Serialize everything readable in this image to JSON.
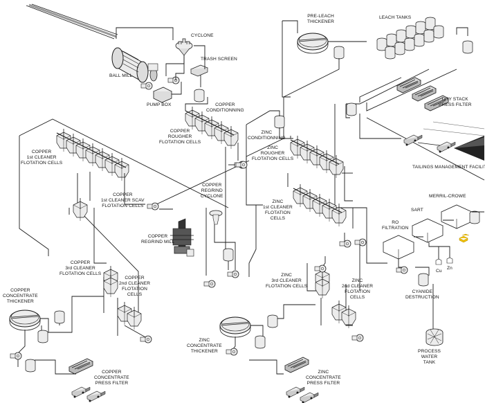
{
  "labels": {
    "ball_mill": "BALL MILL",
    "cyclone": "CYCLONE",
    "trash_screen": "TRASH SCREEN",
    "pump_box": "PUMP BOX",
    "copper_conditioning": "COPPER\nCONDITIONNING",
    "copper_rougher": "COPPER\nROUGHER\nFLOTATION CELLS",
    "copper_1st_cleaner": "COPPER\n1st CLEANER\nFLOTATION CELLS",
    "copper_1st_cleaner_scav": "COPPER\n1st CLEANER SCAV\nFLOTATION CELLS",
    "copper_regrind_cyclone": "COPPER\nREGRIND\nCYCLONE",
    "copper_regrind_mill": "COPPER\nREGRIND MILL",
    "copper_3rd_cleaner": "COPPER\n3rd CLEANER\nFLOTATION CELLS",
    "copper_2nd_cleaner": "COPPER\n2nd CLEANER\nFLOTATION\nCELLS",
    "copper_concentrate_thickener": "COPPER\nCONCENTRATE\nTHICKENER",
    "copper_concentrate_press_filter": "COPPER\nCONCENTRATE\nPRESS FILTER",
    "pre_leach_thickener": "PRE-LEACH\nTHICKENER",
    "leach_tanks": "LEACH TANKS",
    "dry_stack_press_filter": "DRY STACK\nPRESS FILTER",
    "tailings_management_facility": "TAILINGS MANAGEMENT FACILITY",
    "zinc_conditioning": "ZINC\nCONDITIONNING",
    "zinc_rougher": "ZINC\nROUGHER\nFLOTATION CELLS",
    "zinc_1st_cleaner": "ZINC\n1st CLEANER\nFLOTATION\nCELLS",
    "merril_crowe": "MERRIL-CROWE",
    "sart": "SART",
    "ro_filtration": "RO\nFILTRATION",
    "cu": "Cu",
    "zn": "Zn",
    "cyanide_destruction": "CYANIDE\nDESTRUCTION",
    "zinc_3rd_cleaner": "ZINC\n3rd CLEANER\nFLOTATION CELLS",
    "zinc_2nd_cleaner": "ZINC\n2nd CLEANER\nFLOTATION\nCELLS",
    "zinc_concentrate_thickener": "ZINC\nCONCENTRATE\nTHICKENER",
    "zinc_concentrate_press_filter": "ZINC\nCONCENTRATE\nPRESS FILTER",
    "process_water_tank": "PROCESS\nWATER\nTANK"
  },
  "colors": {
    "line": "#1a1a1a",
    "equipment_fill": "#ececec",
    "gold_product": "#f2c200",
    "tailings_pile": "#222222"
  }
}
